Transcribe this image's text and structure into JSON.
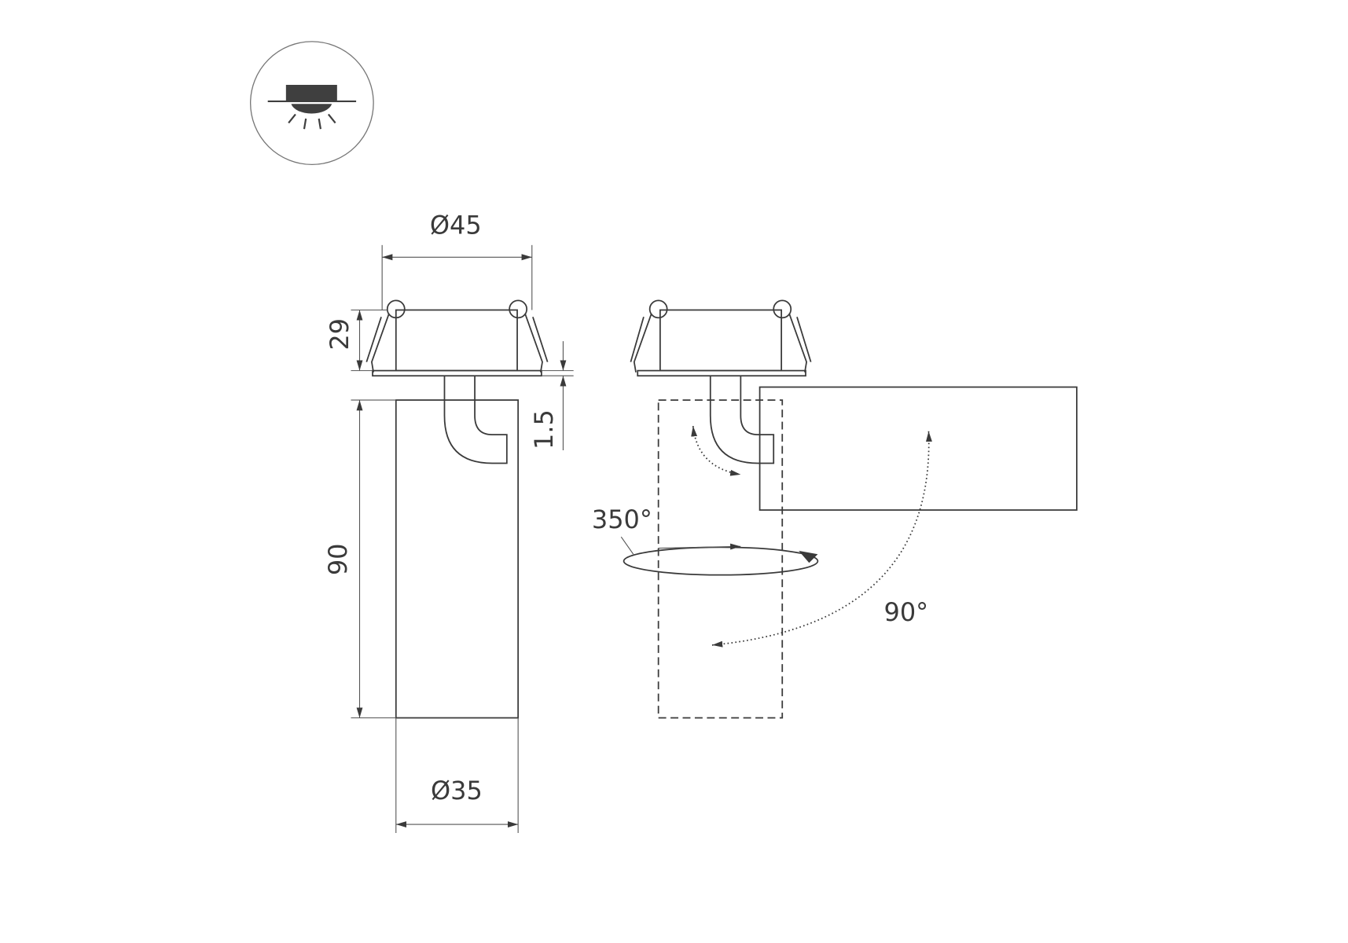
{
  "icon": {
    "name": "recessed-ceiling-light-icon"
  },
  "dimensions": {
    "top_diameter": "Ø45",
    "bottom_diameter": "Ø35",
    "housing_height": "29",
    "flange_thickness": "1.5",
    "body_length": "90"
  },
  "rotation": {
    "horizontal": "350°",
    "vertical": "90°"
  },
  "colors": {
    "line": "#3a3a3a",
    "icon_fill": "#3f3f3f"
  }
}
